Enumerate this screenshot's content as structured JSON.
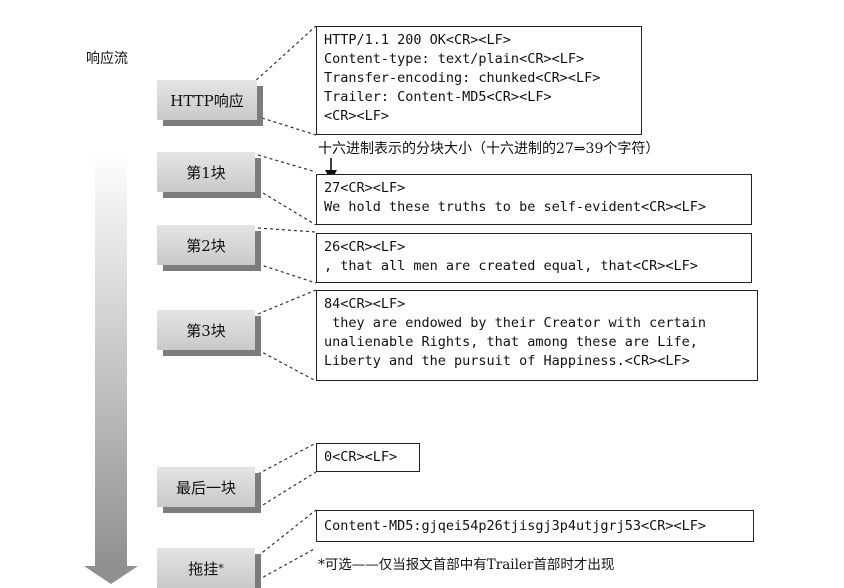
{
  "stream_label": "响应流",
  "blocks": {
    "http_response": "HTTP响应",
    "chunk1": "第1块",
    "chunk2": "第2块",
    "chunk3": "第3块",
    "last_chunk": "最后一块",
    "trailer": "拖挂",
    "trailer_mark": "*"
  },
  "http_header_lines": [
    "HTTP/1.1 200 OK<CR><LF>",
    "Content-type: text/plain<CR><LF>",
    "Transfer-encoding: chunked<CR><LF>",
    "Trailer: Content-MD5<CR><LF>",
    "<CR><LF>"
  ],
  "chunk_size_note": "十六进制表示的分块大小（十六进制的27⇒39个字符）",
  "chunk1_lines": [
    "27<CR><LF>",
    "We hold these truths to be self-evident<CR><LF>"
  ],
  "chunk2_lines": [
    "26<CR><LF>",
    ", that all men are created equal, that<CR><LF>"
  ],
  "chunk3_lines": [
    "84<CR><LF>",
    " they are endowed by their Creator with certain",
    "unalienable Rights, that among these are Life,",
    "Liberty and the pursuit of Happiness.<CR><LF>"
  ],
  "last_chunk_line": "0<CR><LF>",
  "trailer_line": "Content-MD5:gjqei54p26tjisgj3p4utjgrj53<CR><LF>",
  "optional_note": "*可选——仅当报文首部中有Trailer首部时才出现"
}
